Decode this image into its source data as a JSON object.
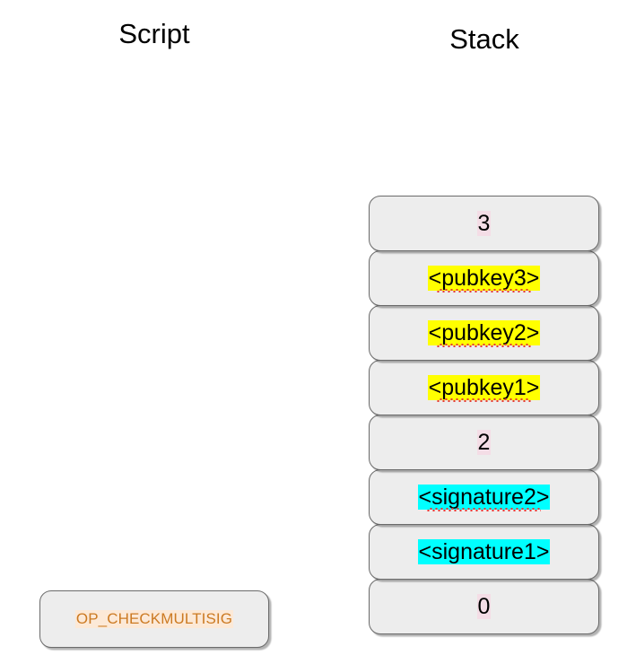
{
  "columns": {
    "script_label": "Script",
    "stack_label": "Stack"
  },
  "colors": {
    "box_fill": "#ededed",
    "box_border": "#6b6b6b",
    "highlight_number": "#f4dde6",
    "highlight_pubkey": "#ffff00",
    "highlight_signature": "#00ffff",
    "highlight_opcode": "#fce9d7",
    "opcode_text": "#cc7a22",
    "spellcheck_underline": "#e53935"
  },
  "stack": {
    "items": [
      {
        "value": "3",
        "highlight": "hl-pink",
        "misspelled": false
      },
      {
        "value": "<pubkey3>",
        "highlight": "hl-yellow",
        "misspelled": true
      },
      {
        "value": "<pubkey2>",
        "highlight": "hl-yellow",
        "misspelled": true
      },
      {
        "value": "<pubkey1>",
        "highlight": "hl-yellow",
        "misspelled": true
      },
      {
        "value": "2",
        "highlight": "hl-pink",
        "misspelled": false
      },
      {
        "value": "<signature2>",
        "highlight": "hl-cyan",
        "misspelled": true
      },
      {
        "value": "<signature1>",
        "highlight": "hl-cyan",
        "misspelled": false
      },
      {
        "value": "0",
        "highlight": "hl-pink",
        "misspelled": false
      }
    ]
  },
  "script": {
    "items": [
      {
        "value": "OP_CHECKMULTISIG"
      }
    ]
  }
}
